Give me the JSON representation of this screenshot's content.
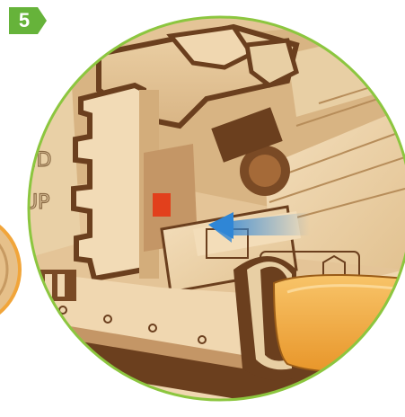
{
  "step": {
    "number": "5",
    "badge_color": "#66b33a"
  },
  "illustration": {
    "subject": "wooden-model-assembly-detail",
    "engraved_text": [
      "ND",
      "UP"
    ],
    "arrow_color": "#3a8fd9",
    "marker_color": "#e2401c",
    "circle_border_color": "#8cc63f",
    "wood_light": "#f0d7b0",
    "wood_dark": "#6b3f1e",
    "strap_color": "#f2a93b"
  }
}
